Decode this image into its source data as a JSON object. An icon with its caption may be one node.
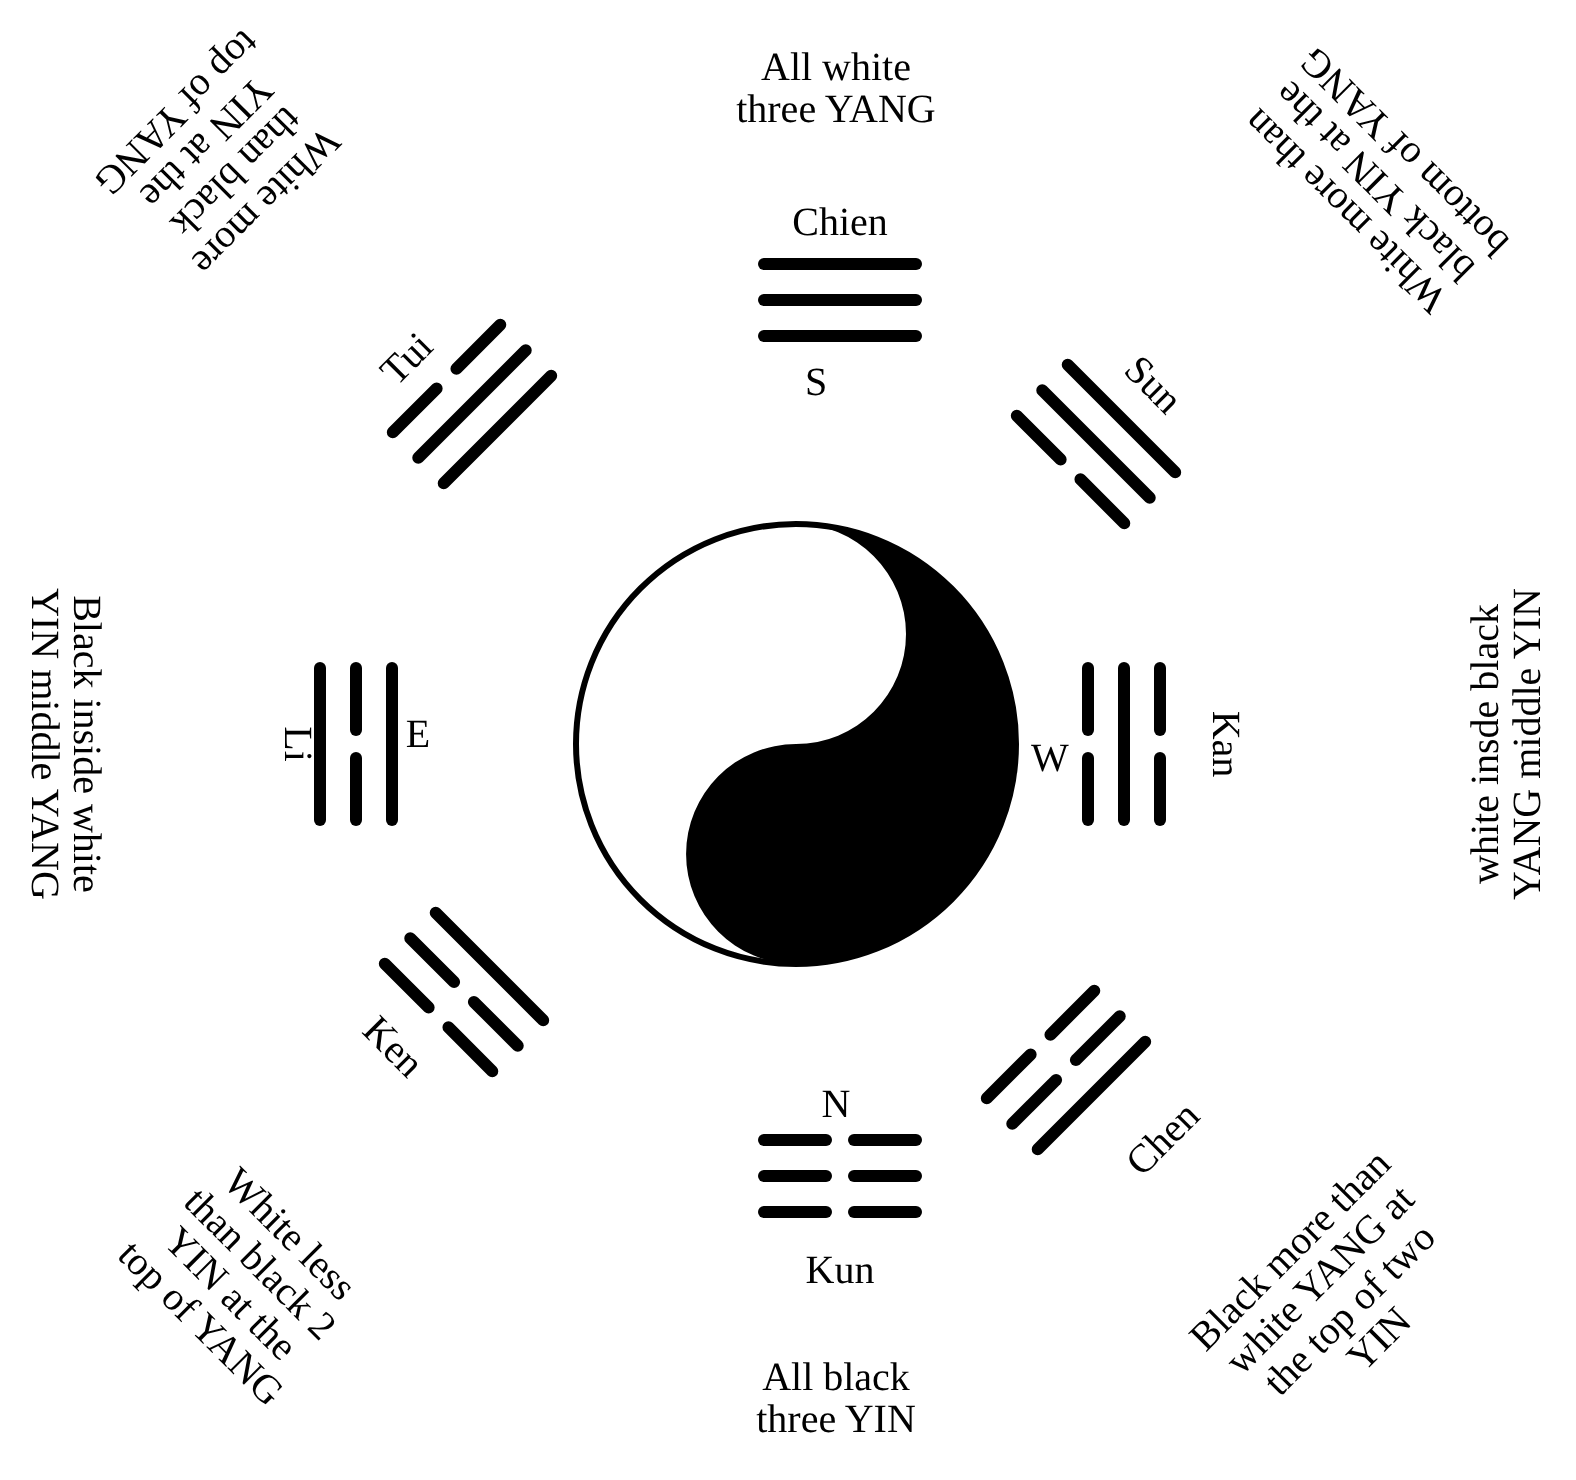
{
  "diagram": {
    "labels": [
      "All white three YANG",
      "White more than black YIN at the top of YANG",
      "White more than black YIN at the bottom of YANG",
      "Chien",
      "S",
      "Tui",
      "Sun",
      "Black inside white YIN middle YANG",
      "Li",
      "E",
      "W",
      "Kan",
      "white insde black YANG middle YIN",
      "Ken",
      "N",
      "Chen",
      "Kun",
      "White less than black 2 YIN at the top of YANG",
      "Black more than white YANG at the top of two YIN",
      "All black three YIN"
    ]
  }
}
